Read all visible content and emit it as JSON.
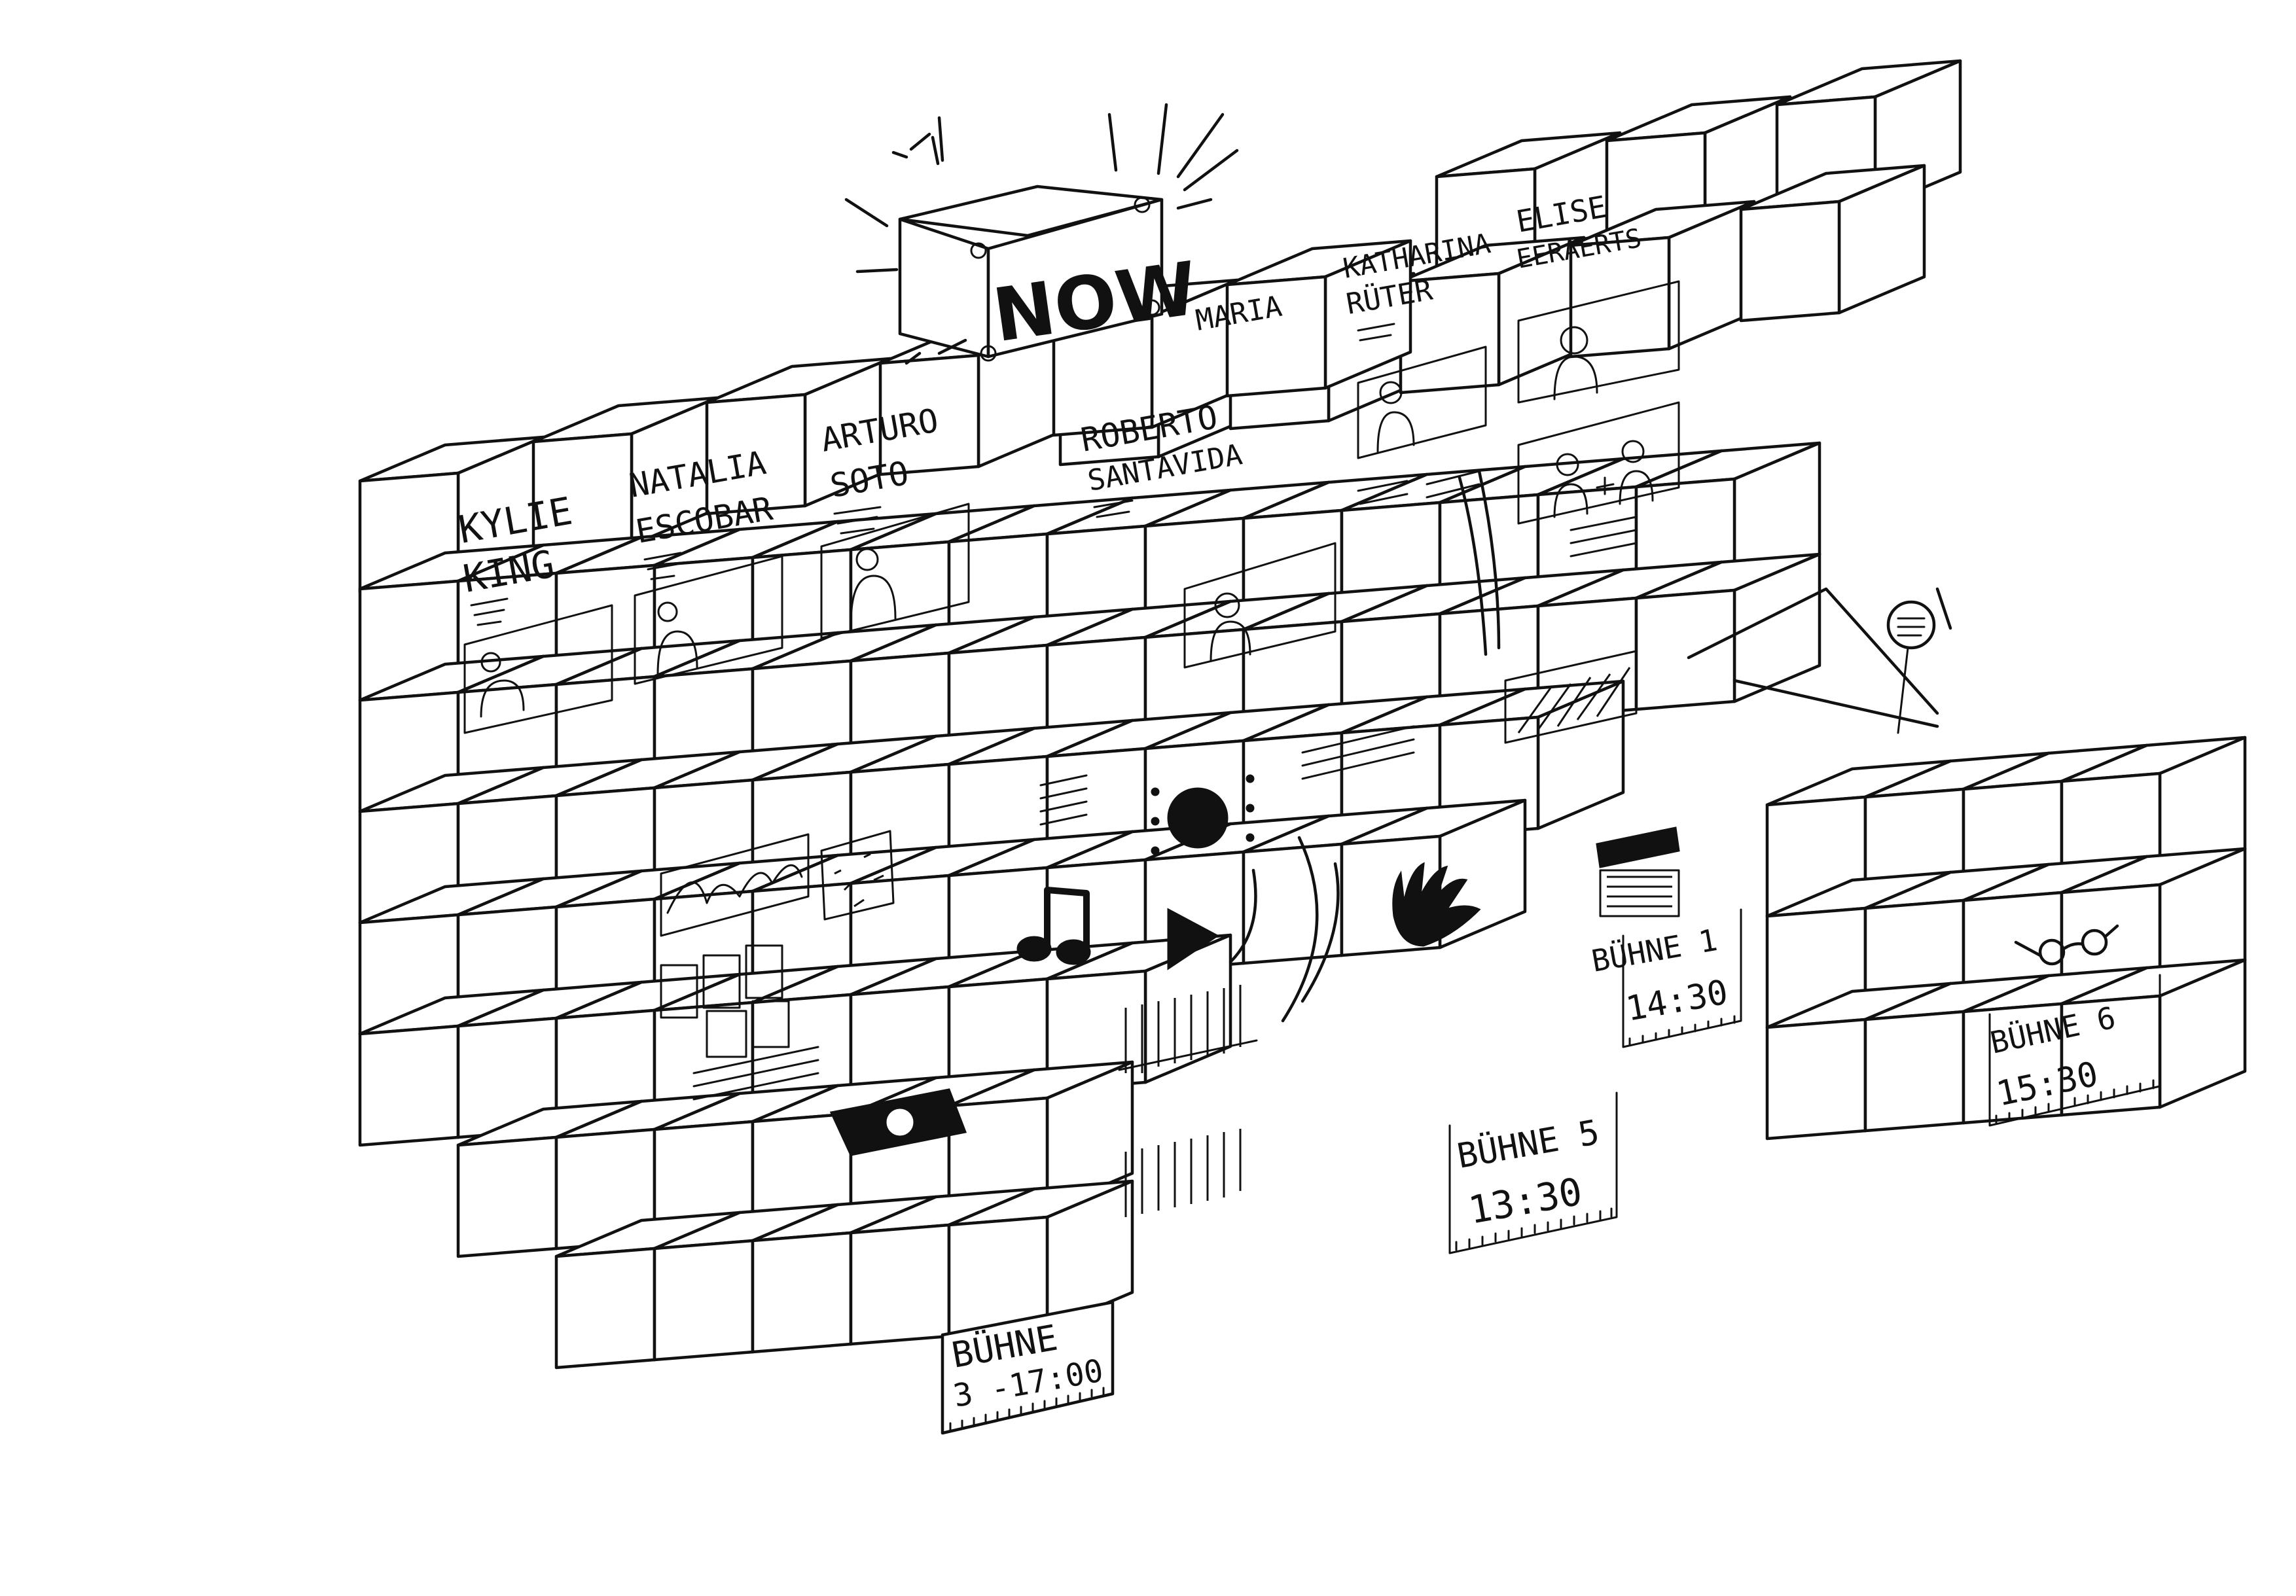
{
  "artist_labels": {
    "kylie": [
      "KYLIE",
      "KING"
    ],
    "natalia": [
      "NATALIA",
      "ESCOBAR"
    ],
    "arturo": [
      "ARTURO",
      "SOTO"
    ],
    "roberto": [
      "ROBERTO",
      "SANTAVIDA"
    ],
    "maria": [
      "MARIA"
    ],
    "katharina": [
      "KATHARINA",
      "RÜTER"
    ],
    "elise": [
      "ELISE",
      "EERAERTS"
    ]
  },
  "now_sign": "NOW",
  "stages": {
    "stage3": [
      "BÜHNE",
      "3 -17:00"
    ],
    "stage5": [
      "BÜHNE 5",
      "13:30"
    ],
    "stage1": [
      "BÜHNE 1",
      "14:30"
    ],
    "stage6": [
      "BÜHNE 6",
      "15:30"
    ]
  },
  "style": {
    "ink_color": "#111111",
    "paper_color": "#ffffff"
  },
  "icons": [
    "person-portrait-icon",
    "music-note-icon",
    "play-icon",
    "record-disc-icon",
    "hand-icon",
    "clapperboard-icon",
    "camera-icon",
    "glasses-icon",
    "speech-bubble-icon",
    "film-strip-icon",
    "bookshelf-icon",
    "map-icon",
    "document-icon"
  ]
}
